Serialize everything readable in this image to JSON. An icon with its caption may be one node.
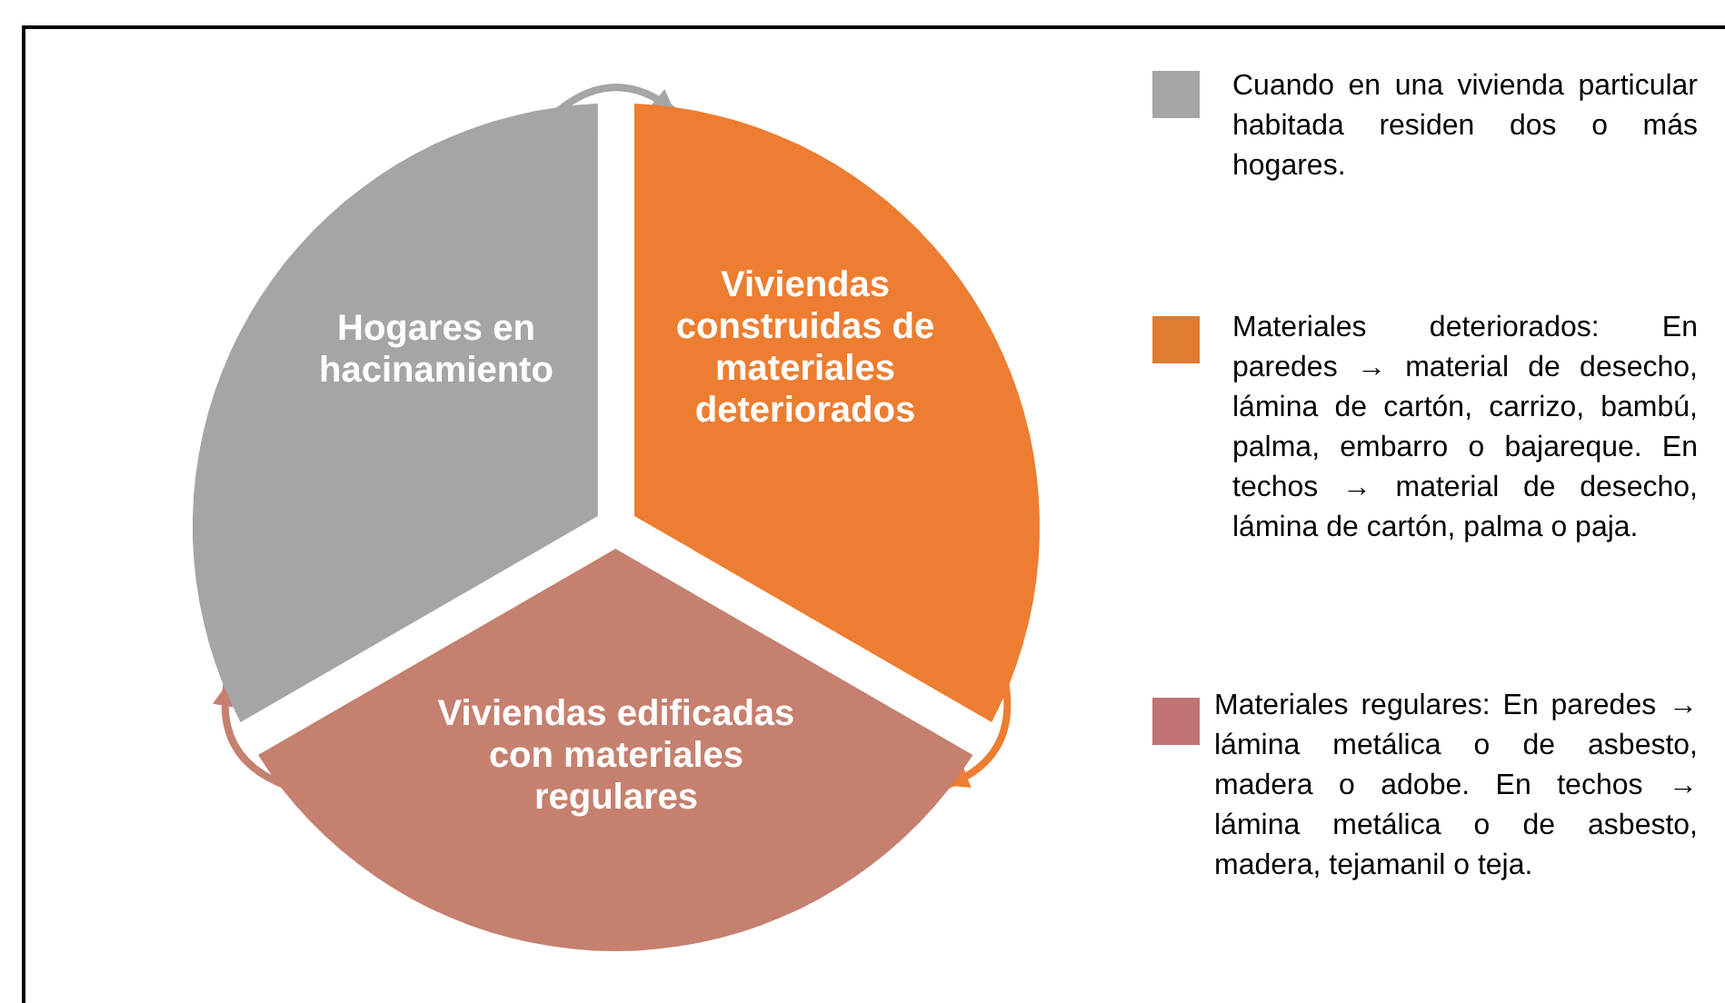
{
  "diagram": {
    "nodes": [
      {
        "text": [
          "Hogares en hacinamiento"
        ]
      },
      {
        "text": [
          "Viviendas construidas de materiales deteriorados"
        ]
      },
      {
        "text": [
          "Viviendas edificadas con materiales regulares"
        ]
      }
    ],
    "edges": [
      {
        "from": 0,
        "to": 1,
        "arrow": "to",
        "color": "#a5a5a5"
      },
      {
        "from": 1,
        "to": 2,
        "arrow": "to",
        "color": "#ed7d31"
      },
      {
        "from": 2,
        "to": 0,
        "arrow": "to",
        "color": "#c5806f"
      }
    ],
    "legend": [
      {
        "text": "Cuando en una vivienda particular habitada residen dos o más hogares.",
        "color": "#a5a5a5"
      },
      {
        "text": "Materiales deteriorados: En paredes → material de desecho, lámina de cartón, carrizo, bambú, palma, embarro o bajareque. En techos → material de desecho, lámina de cartón, palma o paja.",
        "color": "#e07b2f"
      },
      {
        "text": "Materiales regulares: En paredes → lámina metálica o de asbesto, madera o adobe. En techos → lámina metálica o de asbesto, madera, tejamanil o teja.",
        "color": "#bf7373"
      }
    ]
  }
}
